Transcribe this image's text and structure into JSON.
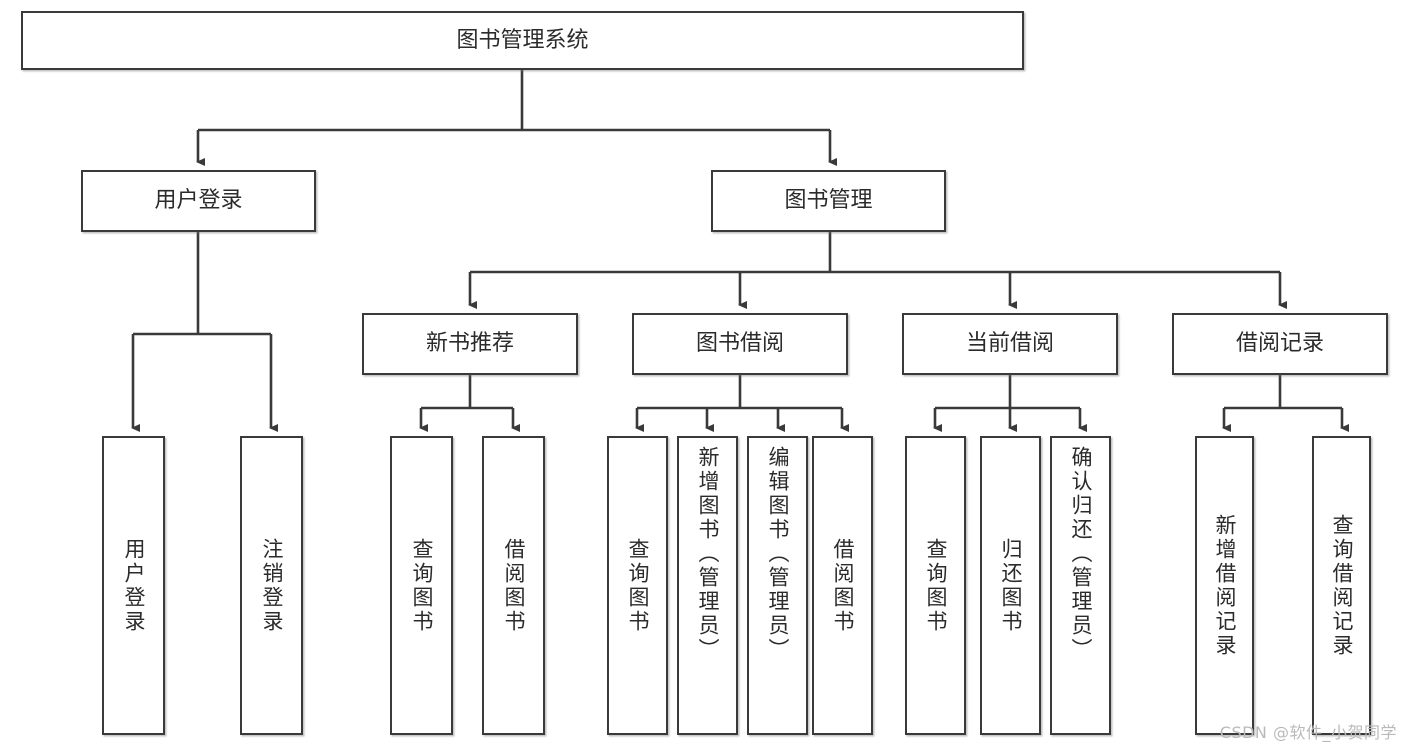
{
  "diagram": {
    "type": "tree",
    "title": "图书管理系统",
    "watermark": "CSDN @软件_小贺同学",
    "colors": {
      "box_border": "#3a3a3a",
      "box_fill": "#ffffff",
      "edge": "#3a3a3a",
      "text": "#2b2b2b",
      "watermark": "#b9b9b9"
    },
    "nodes": {
      "root": {
        "label": "图书管理系统"
      },
      "level1": [
        {
          "label": "用户登录"
        },
        {
          "label": "图书管理"
        }
      ],
      "level2": [
        {
          "label": "新书推荐"
        },
        {
          "label": "图书借阅"
        },
        {
          "label": "当前借阅"
        },
        {
          "label": "借阅记录"
        }
      ],
      "leaves": {
        "user_login": [
          {
            "label": "用户登录"
          },
          {
            "label": "注销登录"
          }
        ],
        "new_book": [
          {
            "label": "查询图书"
          },
          {
            "label": "借阅图书"
          }
        ],
        "borrow_book": [
          {
            "label": "查询图书"
          },
          {
            "label": "新增图书（管理员）"
          },
          {
            "label": "编辑图书（管理员）"
          },
          {
            "label": "借阅图书"
          }
        ],
        "current_borrow": [
          {
            "label": "查询图书"
          },
          {
            "label": "归还图书"
          },
          {
            "label": "确认归还（管理员）"
          }
        ],
        "borrow_record": [
          {
            "label": "新增借阅记录"
          },
          {
            "label": "查询借阅记录"
          }
        ]
      }
    }
  }
}
